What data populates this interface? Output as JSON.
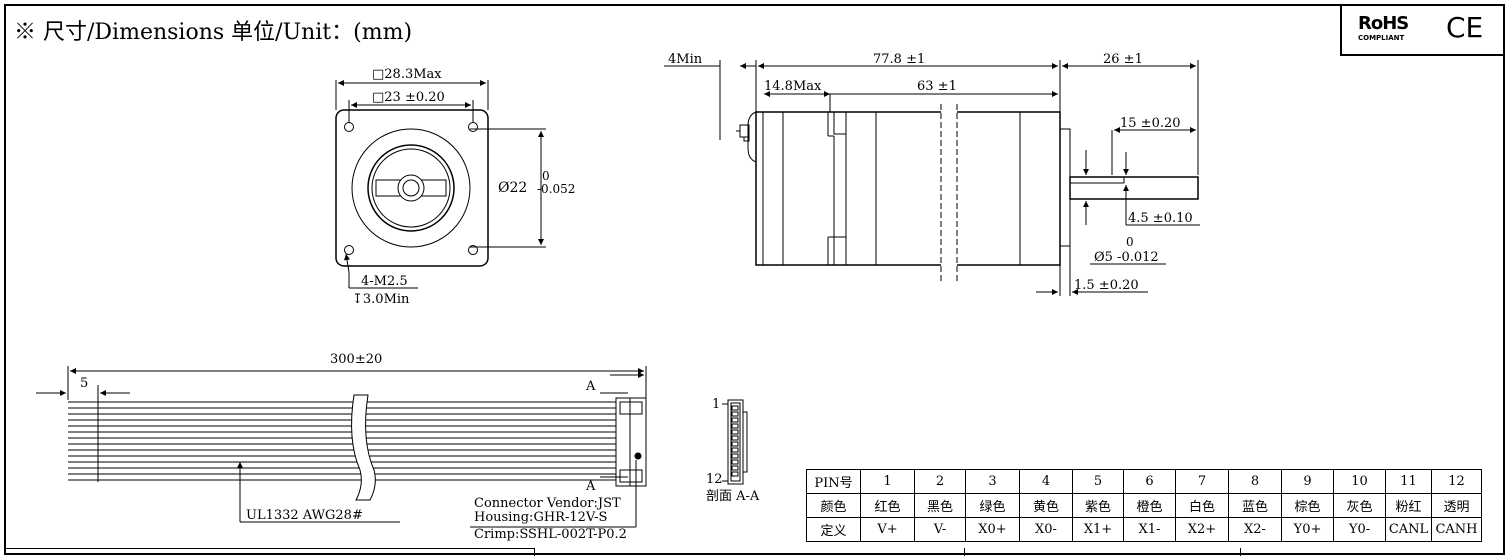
{
  "title": "※ 尺寸/Dimensions  单位/Unit：(mm)",
  "badges": {
    "rohs": "RoHS",
    "rohs_sub": "COMPLIANT",
    "ce": "CE"
  },
  "front_view": {
    "outer_square": "□28.3Max",
    "inner_square": "□23 ±0.20",
    "pilot_diameter": "Ø22",
    "pilot_tol_upper": "0",
    "pilot_tol_lower": "-0.052",
    "hole_spec": "4-M2.5",
    "hole_depth": "↧3.0Min"
  },
  "side_view": {
    "min_4": "4Min",
    "body_length": "77.8 ±1",
    "shaft_length": "26 ±1",
    "connector_max": "14.8Max",
    "motor_length": "63 ±1",
    "flat_length": "15 ±0.20",
    "flat_depth": "4.5 ±0.10",
    "shaft_tol_upper": "0",
    "shaft_diameter": "Ø5 -0.012",
    "boss_height": "1.5 ±0.20"
  },
  "cable": {
    "length": "300±20",
    "strip": "5",
    "section_mark": "A",
    "wire_spec": "UL1332 AWG28#",
    "vendor": "Connector Vendor:JST",
    "housing": "Housing:GHR-12V-S",
    "crimp": "Crimp:SSHL-002T-P0.2"
  },
  "connector_section": {
    "pin_first": "1",
    "pin_last": "12",
    "label": "剖面 A-A"
  },
  "pin_table": {
    "rows": [
      [
        "PIN号",
        "1",
        "2",
        "3",
        "4",
        "5",
        "6",
        "7",
        "8",
        "9",
        "10",
        "11",
        "12"
      ],
      [
        "颜色",
        "红色",
        "黑色",
        "绿色",
        "黄色",
        "紫色",
        "橙色",
        "白色",
        "蓝色",
        "棕色",
        "灰色",
        "粉红",
        "透明"
      ],
      [
        "定义",
        "V+",
        "V-",
        "X0+",
        "X0-",
        "X1+",
        "X1-",
        "X2+",
        "X2-",
        "Y0+",
        "Y0-",
        "CANL",
        "CANH"
      ]
    ]
  }
}
